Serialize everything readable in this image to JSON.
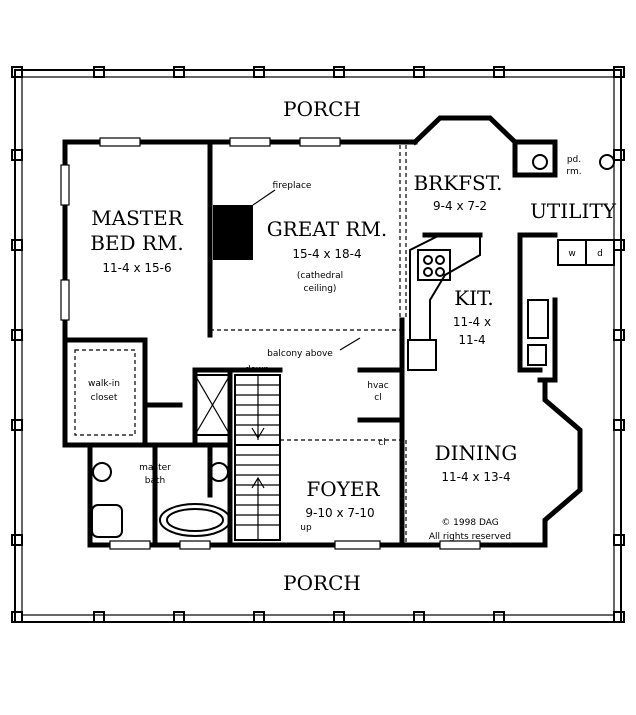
{
  "rooms": {
    "porch_top": "PORCH",
    "porch_bottom": "PORCH",
    "master_bed_line1": "MASTER",
    "master_bed_line2": "BED RM.",
    "master_bed_dims": "11-4 x 15-6",
    "great_rm": "GREAT RM.",
    "great_rm_dims": "15-4 x 18-4",
    "great_rm_note1": "(cathedral",
    "great_rm_note2": "ceiling)",
    "fireplace": "fireplace",
    "brkfst": "BRKFST.",
    "brkfst_dims": "9-4 x 7-2",
    "utility": "UTILITY",
    "pd_rm_line1": "pd.",
    "pd_rm_line2": "rm.",
    "kit": "KIT.",
    "kit_dims_line1": "11-4 x",
    "kit_dims_line2": "11-4",
    "balcony": "balcony above",
    "walk_in_line1": "walk-in",
    "walk_in_line2": "closet",
    "down": "down",
    "hvac_line1": "hvac",
    "hvac_line2": "cl",
    "cl": "cl",
    "master_bath_line1": "master",
    "master_bath_line2": "bath",
    "dining": "DINING",
    "dining_dims": "11-4 x 13-4",
    "foyer": "FOYER",
    "foyer_dims": "9-10 x 7-10",
    "up": "up",
    "copyright_line1": "© 1998 DAG",
    "copyright_line2": "All rights reserved",
    "washer": "w",
    "dryer": "d"
  },
  "colors": {
    "stair_highlight": "#f0902a",
    "line": "#000000"
  }
}
